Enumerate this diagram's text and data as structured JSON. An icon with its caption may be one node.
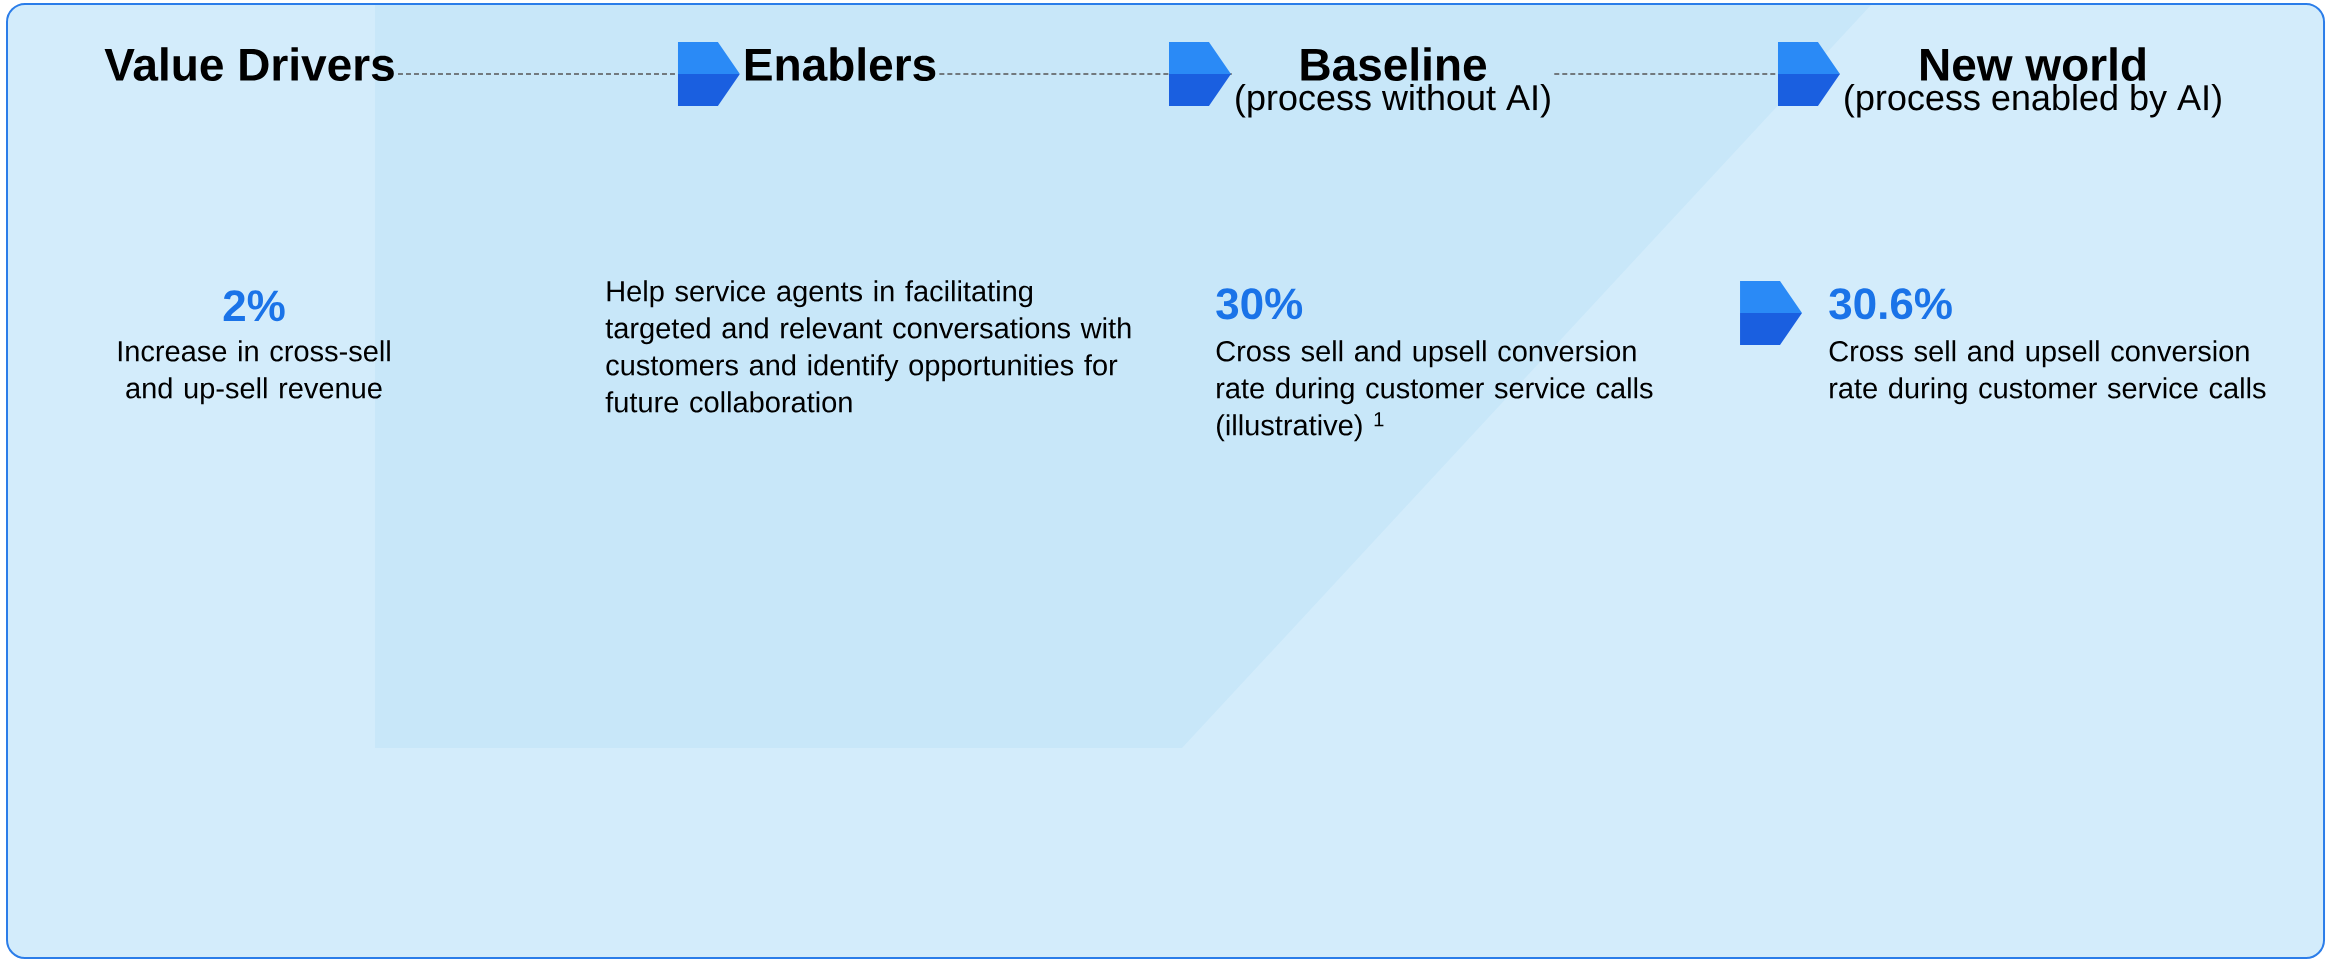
{
  "diagram": {
    "nodes": [
      {
        "text": [
          "Value Drivers"
        ]
      },
      {
        "text": [
          "Enablers"
        ]
      },
      {
        "text": [
          "Baseline",
          "(process without AI)"
        ]
      },
      {
        "text": [
          "New world",
          "(process enabled by AI)"
        ]
      }
    ],
    "edges": [
      {
        "from": 0,
        "to": 1,
        "arrow": "to",
        "style": "dashed"
      },
      {
        "from": 1,
        "to": 2,
        "arrow": "to",
        "style": "dashed"
      },
      {
        "from": 2,
        "to": 3,
        "arrow": "to",
        "style": "dashed"
      }
    ],
    "labels": [
      "2%",
      "Increase in cross-sell and up-sell revenue",
      "Help service agents in facilitating targeted and relevant conversations with customers and identify opportunities for future collaboration",
      "30%",
      "Cross sell and upsell conversion rate during customer service calls (illustrative) $^{1}$",
      "30.6%",
      "Cross sell and upsell conversion rate during customer service calls"
    ]
  }
}
